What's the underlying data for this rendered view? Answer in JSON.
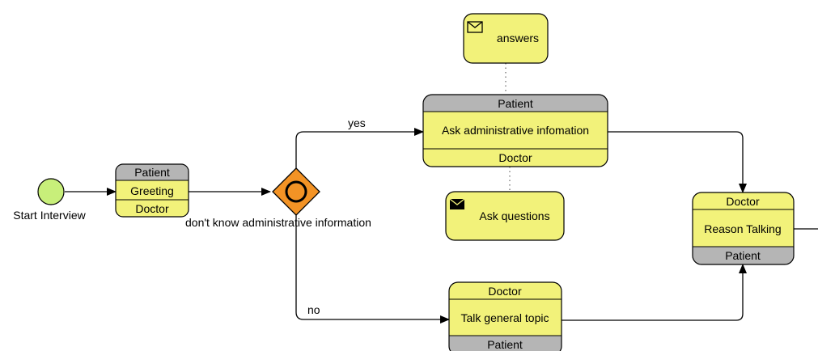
{
  "colors": {
    "task_fill": "#f2f27a",
    "band_gray": "#b5b5b5",
    "start_fill": "#c8ef7a",
    "gateway_fill": "#f39325",
    "stroke": "#000000"
  },
  "start_event": {
    "label": "Start Interview"
  },
  "tasks": {
    "greeting": {
      "top": "Patient",
      "name": "Greeting",
      "bottom": "Doctor"
    },
    "ask_admin": {
      "top": "Patient",
      "name": "Ask administrative infomation",
      "bottom": "Doctor"
    },
    "talk_general": {
      "top": "Doctor",
      "name": "Talk general topic",
      "bottom": "Patient"
    },
    "reason_talking": {
      "top": "Doctor",
      "name": "Reason Talking",
      "bottom": "Patient"
    }
  },
  "messages": {
    "answers": {
      "label": "answers",
      "icon": "envelope-outline-icon"
    },
    "ask_questions": {
      "label": "Ask questions",
      "icon": "envelope-filled-icon"
    }
  },
  "gateway": {
    "label": "don't know administrative information",
    "icon": "event-gateway-icon"
  },
  "flow_labels": {
    "yes": "yes",
    "no": "no"
  }
}
